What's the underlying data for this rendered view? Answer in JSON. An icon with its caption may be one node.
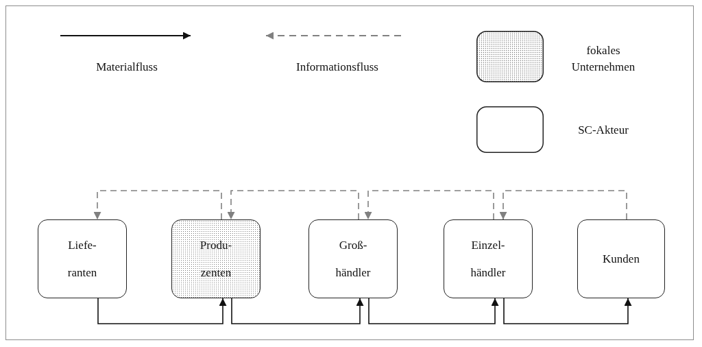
{
  "diagram": {
    "nodes": [
      {
        "text": [
          "Liefe- ranten"
        ]
      },
      {
        "text": [
          "Produ- zenten"
        ]
      },
      {
        "text": [
          "Groß- händler"
        ]
      },
      {
        "text": [
          "Einzel- händler"
        ]
      },
      {
        "text": [
          "Kunden"
        ]
      }
    ],
    "edges": [
      {
        "from": 0,
        "to": 1,
        "arrow": "to"
      },
      {
        "from": 1,
        "to": 2,
        "arrow": "to"
      },
      {
        "from": 2,
        "to": 3,
        "arrow": "to"
      },
      {
        "from": 3,
        "to": 4,
        "arrow": "to"
      },
      {
        "from": 1,
        "to": 0,
        "arrow": "to",
        "style": "dashed",
        "color": "#808080"
      },
      {
        "from": 2,
        "to": 1,
        "arrow": "to",
        "style": "dashed",
        "color": "#808080"
      },
      {
        "from": 3,
        "to": 2,
        "arrow": "to",
        "style": "dashed",
        "color": "#808080"
      },
      {
        "from": 4,
        "to": 3,
        "arrow": "to",
        "style": "dashed",
        "color": "#808080"
      }
    ],
    "legend": [
      {
        "text": "Materialfluss"
      },
      {
        "text": "Informationsfluss"
      },
      {
        "text": "fokales Unternehmen"
      },
      {
        "text": "SC-Akteur"
      }
    ]
  }
}
